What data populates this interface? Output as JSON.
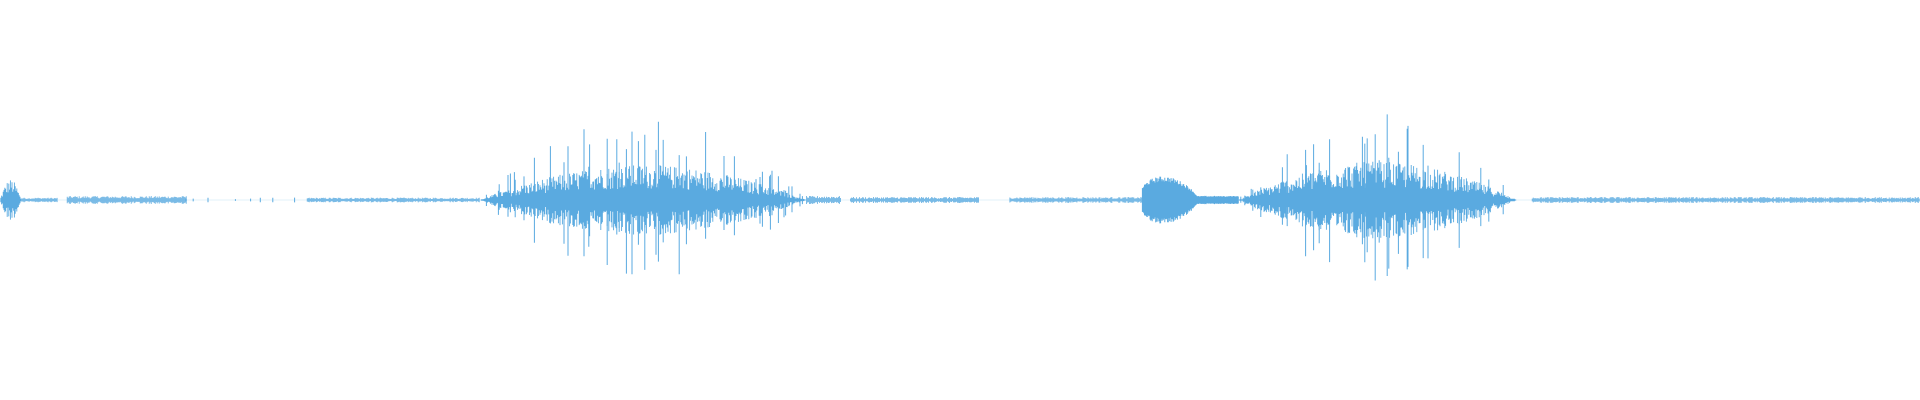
{
  "waveform": {
    "color": "#5aaae0",
    "segments": [
      {
        "type": "burst",
        "start": 0.0,
        "end": 0.011,
        "amp": 0.13,
        "peak": 0.16,
        "density": 0.6
      },
      {
        "type": "hum",
        "start": 0.011,
        "end": 0.03,
        "amp": 0.012
      },
      {
        "type": "hum",
        "start": 0.035,
        "end": 0.097,
        "amp": 0.02
      },
      {
        "type": "dots",
        "start": 0.097,
        "end": 0.16,
        "amp": 0.008
      },
      {
        "type": "hum",
        "start": 0.16,
        "end": 0.25,
        "amp": 0.012
      },
      {
        "type": "burst",
        "start": 0.25,
        "end": 0.42,
        "amp": 0.22,
        "peak": 0.42,
        "density": 0.85
      },
      {
        "type": "hum",
        "start": 0.42,
        "end": 0.438,
        "amp": 0.02
      },
      {
        "type": "hum",
        "start": 0.443,
        "end": 0.51,
        "amp": 0.015
      },
      {
        "type": "hum",
        "start": 0.526,
        "end": 0.595,
        "amp": 0.015
      },
      {
        "type": "blob",
        "start": 0.595,
        "end": 0.645,
        "amp": 0.13
      },
      {
        "type": "burst",
        "start": 0.645,
        "end": 0.79,
        "amp": 0.24,
        "peak": 0.44,
        "density": 0.85
      },
      {
        "type": "hum",
        "start": 0.798,
        "end": 1.0,
        "amp": 0.015
      }
    ]
  }
}
